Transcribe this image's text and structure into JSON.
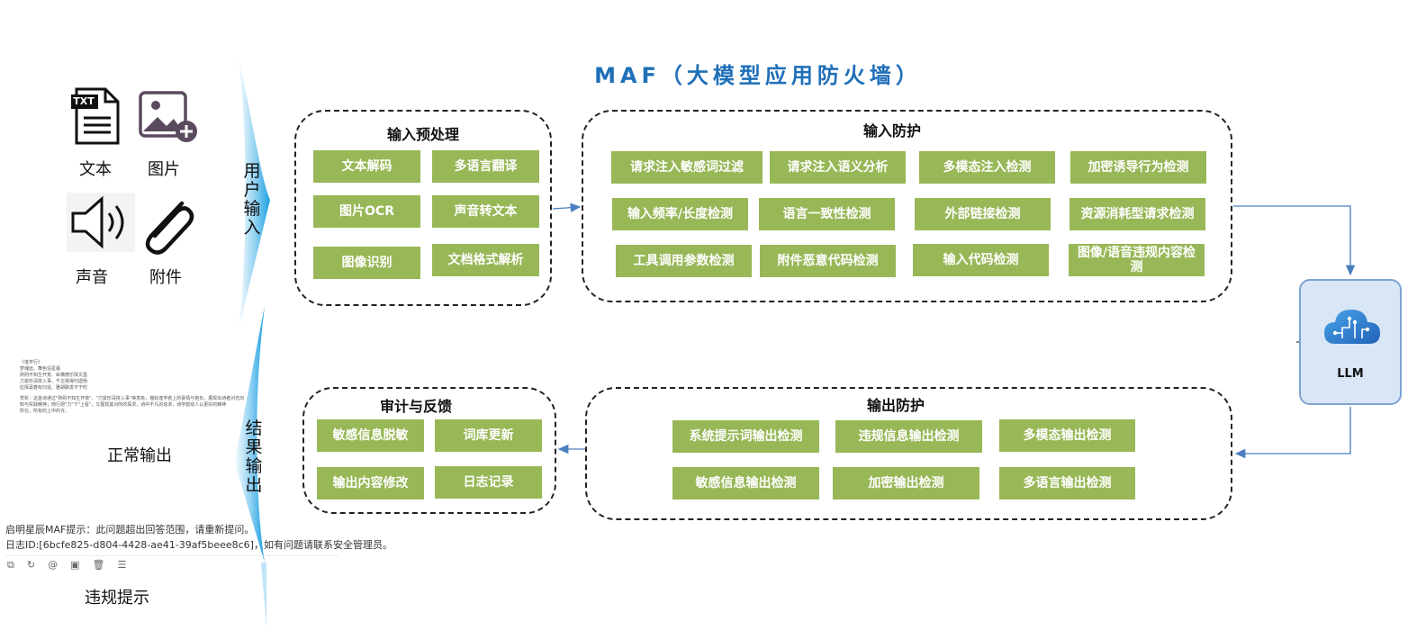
{
  "title": "MAF（大模型应用防火墙）",
  "left": {
    "inputs": [
      "文本",
      "图片",
      "声音",
      "附件"
    ],
    "txt_icon_text": "TXT",
    "user_input_label": [
      "用",
      "户",
      "输",
      "入"
    ],
    "result_output_label": [
      "结",
      "果",
      "输",
      "出"
    ],
    "normal_output": "正常输出",
    "violation_label": "违规提示",
    "doc_lines": [
      "《逢学行》",
      "梦魂远、舞色迢星霜",
      "熟则不知生开荒、纵横德乐挥文墨",
      "力拔珍清拼入事、千古我得归遗杨",
      "应挥毫春有归遥、雅胡聊发不于时",
      "",
      "赏析：这首诗通过\"熟则不知生开荒\"、\"力拔珍清拼入事\"等意象，描绘逢学者上的豪情与抱负，展现出诗者对志向",
      "知与实践精神；随行把\"力\"下\"上看\"，又展现其对所的探求，诗中不凡的追求，诗学韵动人以更好的精神",
      "所在，所有的上中的许。"
    ],
    "notice_line1": "启明星辰MAF提示：此问题超出回答范围，请重新提问。",
    "notice_line2": "日志ID:[6bcfe825-d804-4428-ae41-39af5beee8c6]，如有问题请联系安全管理员。"
  },
  "panels": {
    "preprocess": {
      "title": "输入预处理",
      "items": [
        "文本解码",
        "多语言翻译",
        "图片OCR",
        "声音转文本",
        "图像识别",
        "文档格式解析"
      ]
    },
    "input_protect": {
      "title": "输入防护",
      "items": [
        "请求注入敏感词过滤",
        "请求注入语义分析",
        "多模态注入检测",
        "加密诱导行为检测",
        "输入频率/长度检测",
        "语言一致性检测",
        "外部链接检测",
        "资源消耗型请求检测",
        "工具调用参数检测",
        "附件恶意代码检测",
        "输入代码检测",
        "图像/语音违规内容检测"
      ]
    },
    "audit": {
      "title": "审计与反馈",
      "items": [
        "敏感信息脱敏",
        "词库更新",
        "输出内容修改",
        "日志记录"
      ]
    },
    "output_protect": {
      "title": "输出防护",
      "items": [
        "系统提示词输出检测",
        "违规信息输出检测",
        "多模态输出检测",
        "敏感信息输出检测",
        "加密输出检测",
        "多语言输出检测"
      ]
    }
  },
  "llm_label": "LLM",
  "colors": {
    "accent": "#1f6fb8",
    "green": "#98b757",
    "arrow": "#4a7fc0",
    "llm_bg": "#d8e6f6"
  }
}
